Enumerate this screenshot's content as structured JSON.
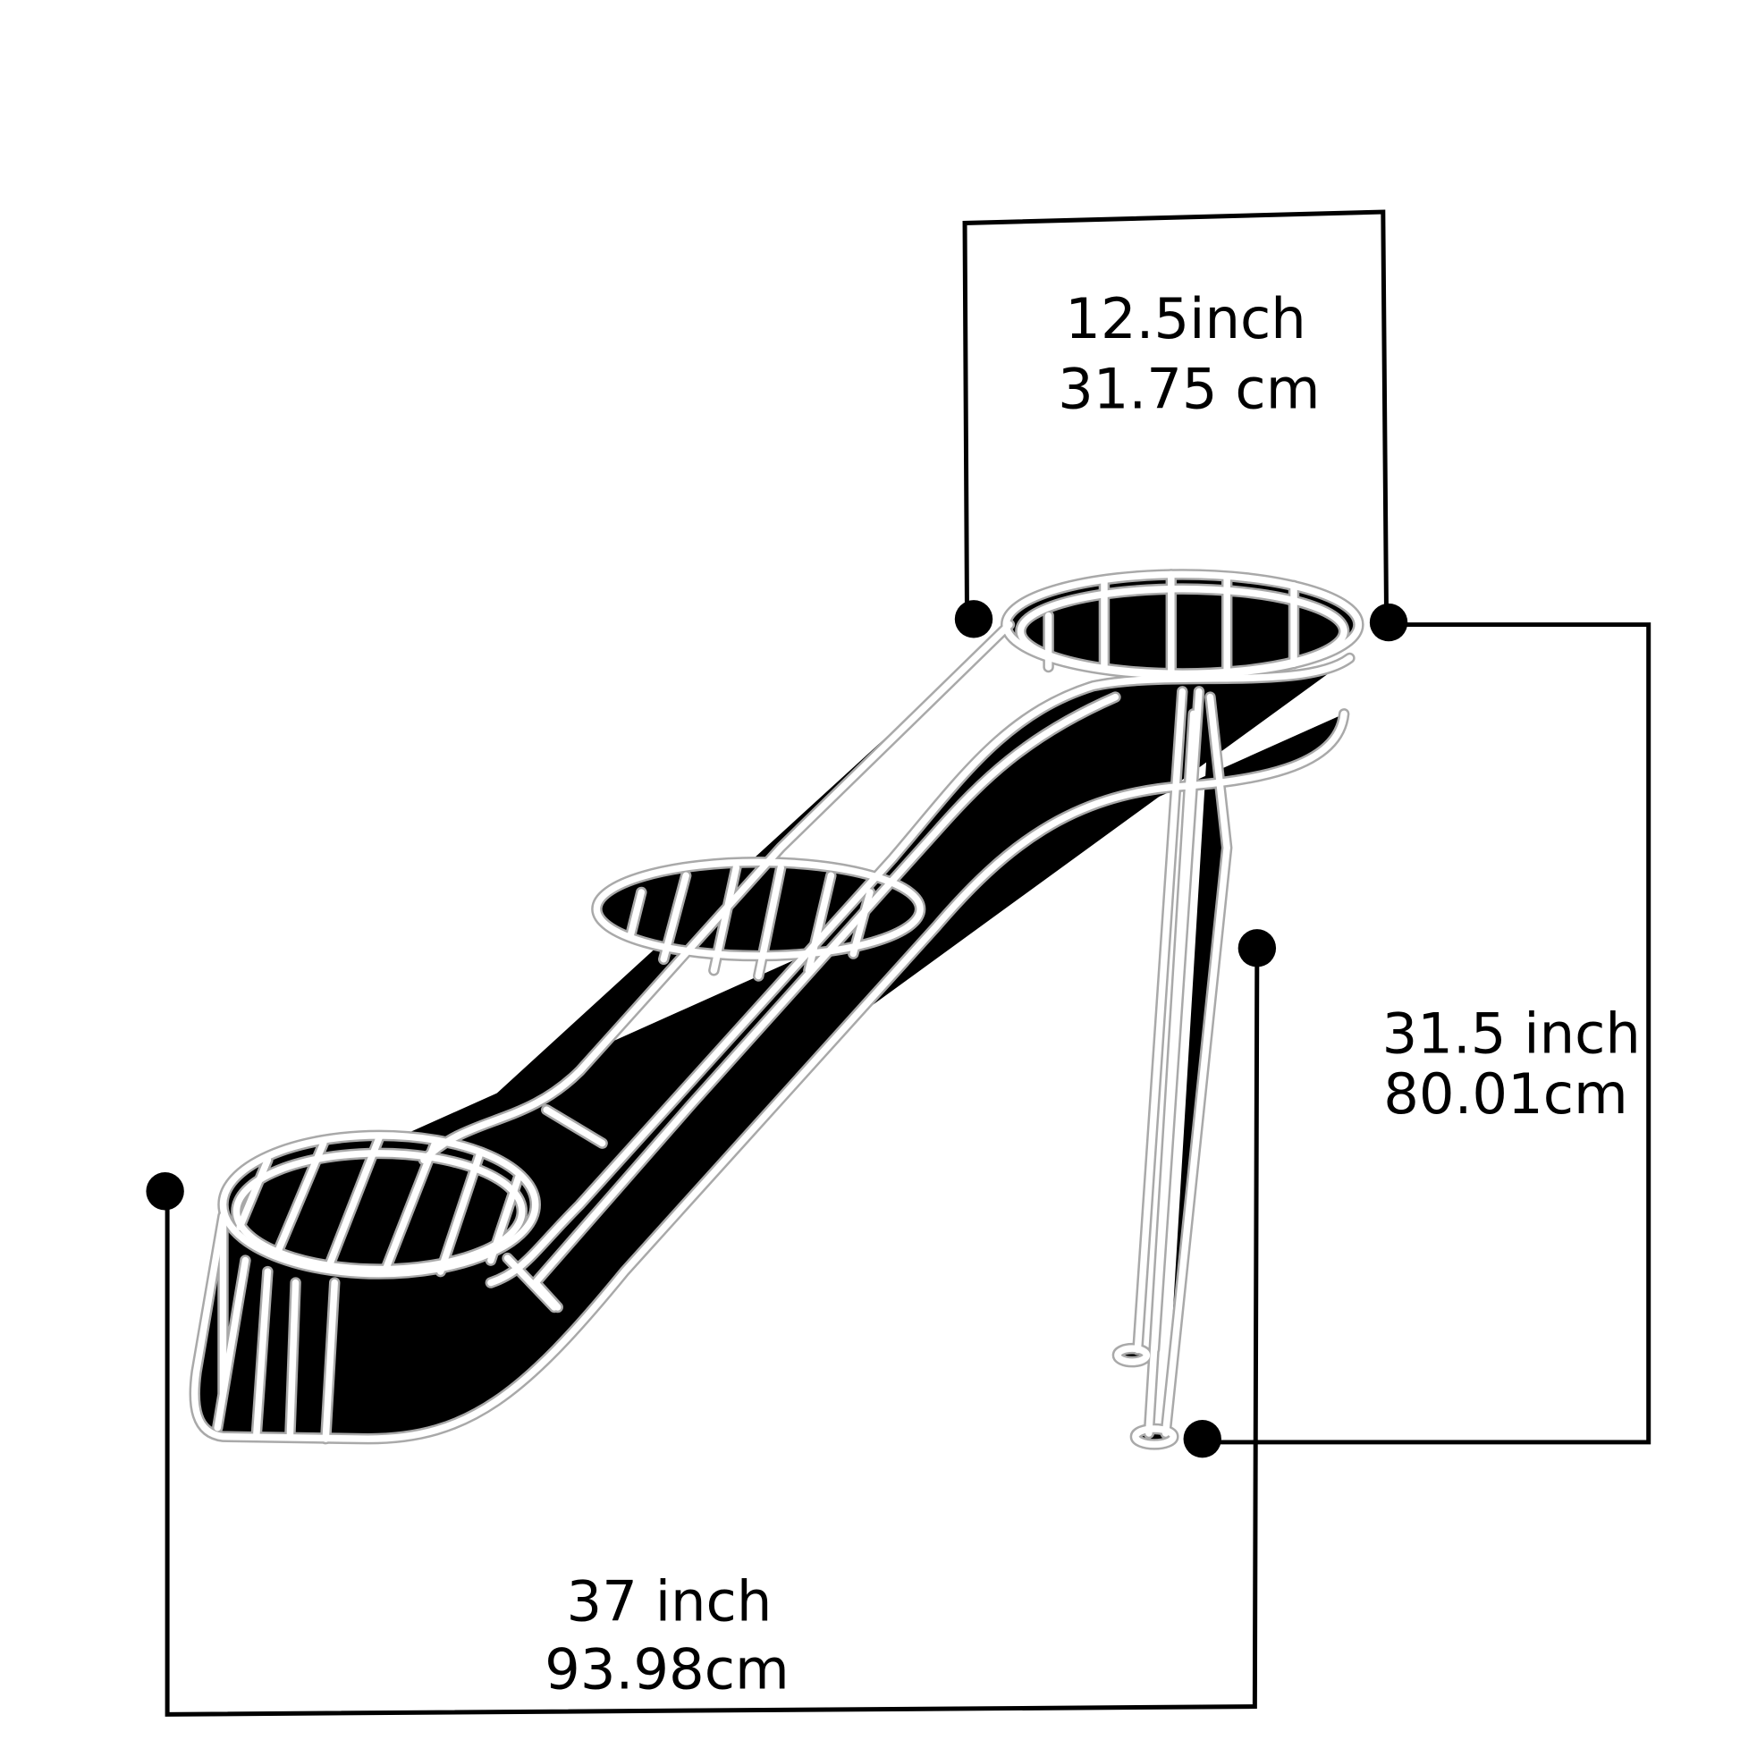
{
  "title": "Flower stand dimensions",
  "dimensions": {
    "top_width": {
      "inch": "12.5inch",
      "cm": "31.75 cm"
    },
    "height": {
      "inch": "31.5 inch",
      "cm": "80.01cm"
    },
    "length": {
      "inch": "37 inch",
      "cm": "93.98cm"
    }
  },
  "colors": {
    "line": "#000000",
    "product": "#ffffff",
    "outline": "#a9a9a9"
  }
}
